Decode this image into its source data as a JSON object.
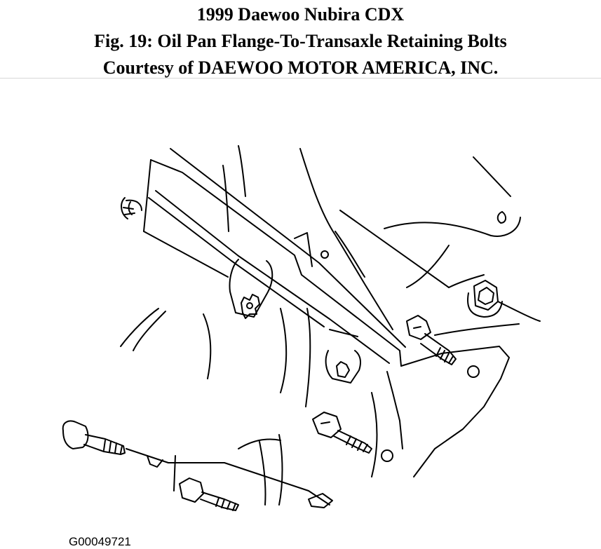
{
  "header": {
    "title": "1999 Daewoo Nubira CDX",
    "figure_caption": "Fig. 19: Oil Pan Flange-To-Transaxle Retaining Bolts",
    "courtesy": "Courtesy of DAEWOO MOTOR AMERICA, INC."
  },
  "figure": {
    "id_label": "G00049721"
  },
  "colors": {
    "ink": "#000000",
    "background": "#ffffff",
    "divider": "#d8d8d8"
  }
}
